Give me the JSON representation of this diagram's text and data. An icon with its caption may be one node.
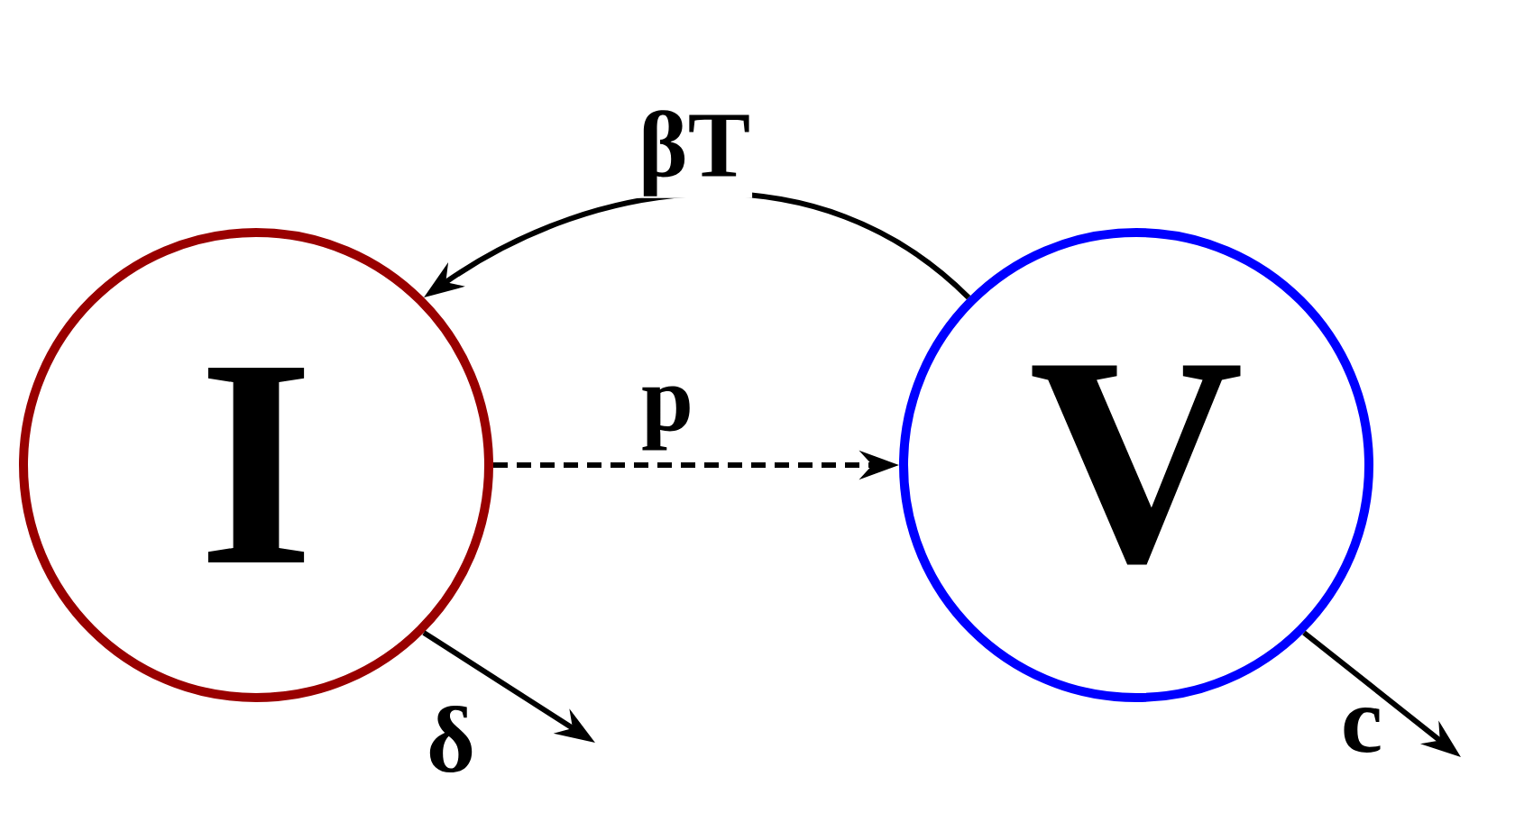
{
  "diagram": {
    "nodes": [
      {
        "text": [
          "I"
        ]
      },
      {
        "text": [
          "V"
        ]
      }
    ],
    "edges": [
      {
        "from": 1,
        "to": 0,
        "arrow": "to",
        "label": "βT"
      },
      {
        "from": 0,
        "to": 1,
        "arrow": "to",
        "label": "p",
        "style": "dashed"
      },
      {
        "from": 0,
        "to": null,
        "arrow": "to",
        "label": "δ"
      },
      {
        "from": 1,
        "to": null,
        "arrow": "to",
        "label": "c"
      }
    ]
  }
}
